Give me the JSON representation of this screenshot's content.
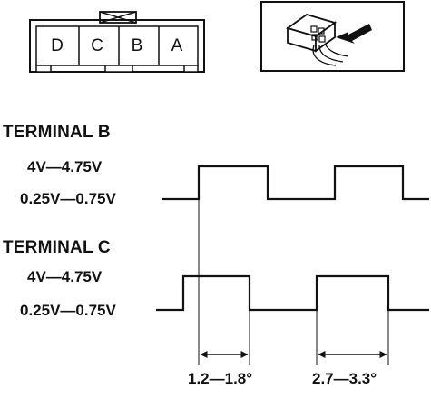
{
  "connector": {
    "pins": [
      "D",
      "C",
      "B",
      "A"
    ]
  },
  "terminal_b": {
    "title": "TERMINAL B",
    "high_level": "4V—4.75V",
    "low_level": "0.25V—0.75V"
  },
  "terminal_c": {
    "title": "TERMINAL C",
    "high_level": "4V—4.75V",
    "low_level": "0.25V—0.75V"
  },
  "dimensions": {
    "phase_offset": "1.2—1.8°",
    "pulse_width": "2.7—3.3°"
  }
}
